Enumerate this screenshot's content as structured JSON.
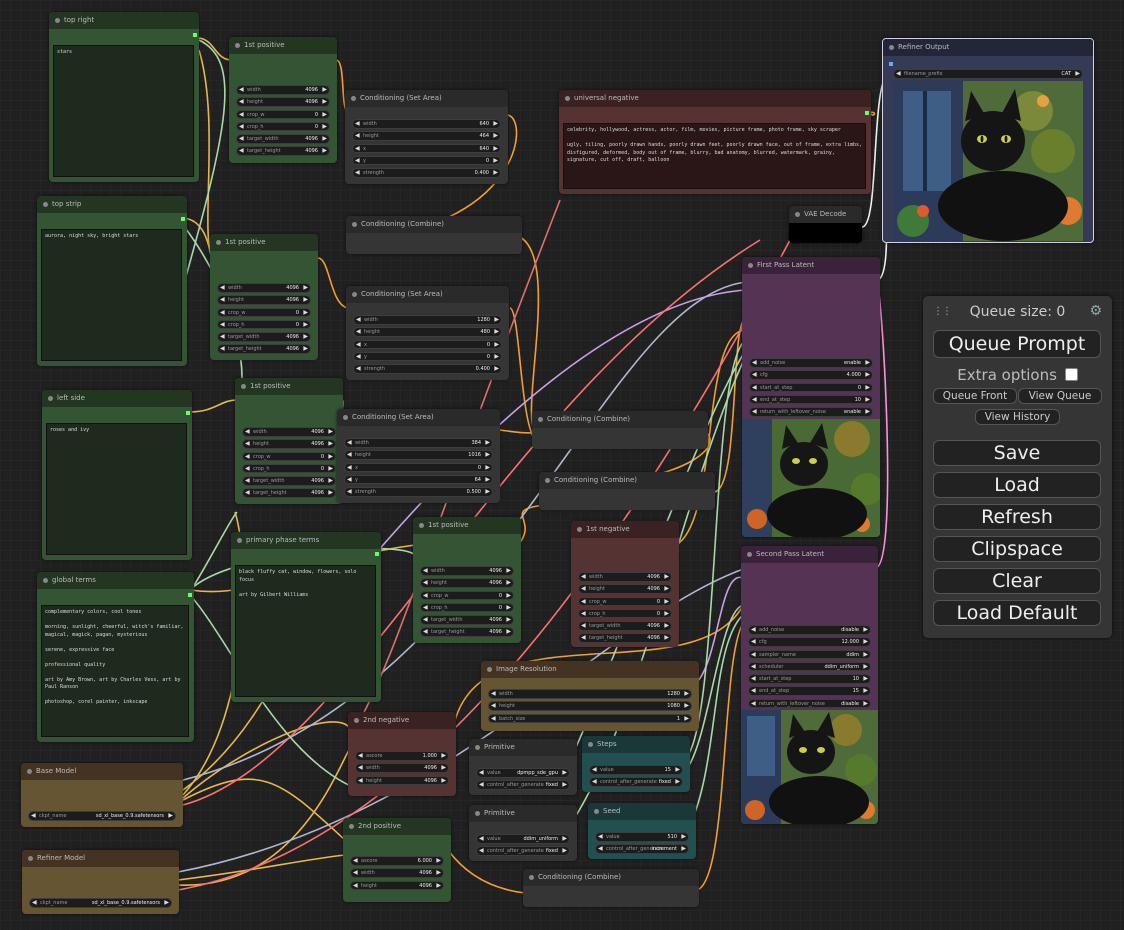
{
  "queue": {
    "size_label": "Queue size: 0",
    "queue_prompt": "Queue Prompt",
    "extra_options": "Extra options",
    "queue_front": "Queue Front",
    "view_queue": "View Queue",
    "view_history": "View History",
    "save": "Save",
    "load": "Load",
    "refresh": "Refresh",
    "clipspace": "Clipspace",
    "clear": "Clear",
    "load_default": "Load Default"
  },
  "nodes": {
    "top_right": {
      "title": "top right",
      "text": "stars"
    },
    "top_strip": {
      "title": "top strip",
      "text": "aurora, night sky, bright stars"
    },
    "left_side": {
      "title": "left side",
      "text": "roses and ivy"
    },
    "global_terms": {
      "title": "global terms",
      "text": "complementary colors, cool tones\n\nmorning, sunlight, cheerful, witch's familiar, magical, magick, pagan, mysterious\n\nserene, expressive face\n\nprofessional quality\n\nart by Amy Brown, art by Charles Vess, art by Paul Ranson\n\nphotoshop, corel painter, inkscape"
    },
    "primary_phase_terms": {
      "title": "primary phase terms",
      "text": "black fluffy cat, window, flowers, solo focus\n\nart by Gilbert Williams"
    },
    "universal_negative": {
      "title": "universal negative",
      "text": "celebrity, hollywood, actress, actor, film, movies, picture frame, photo frame, sky scraper\n\nugly, tiling, poorly drawn hands, poorly drawn feet, poorly drawn face, out of frame, extra limbs, disfigured, deformed, body out of frame, blurry, bad anatomy, blurred, watermark, grainy, signature, cut off, draft, balloon"
    },
    "pos1": {
      "title": "1st positive",
      "widgets": [
        [
          "width",
          "4096"
        ],
        [
          "height",
          "4096"
        ],
        [
          "crop_w",
          "0"
        ],
        [
          "crop_h",
          "0"
        ],
        [
          "target_width",
          "4096"
        ],
        [
          "target_height",
          "4096"
        ]
      ]
    },
    "pos2": {
      "title": "1st positive",
      "widgets": [
        [
          "width",
          "4096"
        ],
        [
          "height",
          "4096"
        ],
        [
          "crop_w",
          "0"
        ],
        [
          "crop_h",
          "0"
        ],
        [
          "target_width",
          "4096"
        ],
        [
          "target_height",
          "4096"
        ]
      ]
    },
    "pos3": {
      "title": "1st positive",
      "widgets": [
        [
          "width",
          "4096"
        ],
        [
          "height",
          "4096"
        ],
        [
          "crop_w",
          "0"
        ],
        [
          "crop_h",
          "0"
        ],
        [
          "target_width",
          "4096"
        ],
        [
          "target_height",
          "4096"
        ]
      ]
    },
    "pos4": {
      "title": "1st positive",
      "widgets": [
        [
          "width",
          "4096"
        ],
        [
          "height",
          "4096"
        ],
        [
          "crop_w",
          "0"
        ],
        [
          "crop_h",
          "0"
        ],
        [
          "target_width",
          "4096"
        ],
        [
          "target_height",
          "4096"
        ]
      ]
    },
    "neg1": {
      "title": "1st negative",
      "widgets": [
        [
          "width",
          "4096"
        ],
        [
          "height",
          "4096"
        ],
        [
          "crop_w",
          "0"
        ],
        [
          "crop_h",
          "0"
        ],
        [
          "target_width",
          "4096"
        ],
        [
          "target_height",
          "4096"
        ]
      ]
    },
    "area1": {
      "title": "Conditioning (Set Area)",
      "widgets": [
        [
          "width",
          "640"
        ],
        [
          "height",
          "464"
        ],
        [
          "x",
          "640"
        ],
        [
          "y",
          "0"
        ],
        [
          "strength",
          "0.400"
        ]
      ]
    },
    "area2": {
      "title": "Conditioning (Set Area)",
      "widgets": [
        [
          "width",
          "1280"
        ],
        [
          "height",
          "480"
        ],
        [
          "x",
          "0"
        ],
        [
          "y",
          "0"
        ],
        [
          "strength",
          "0.400"
        ]
      ]
    },
    "area3": {
      "title": "Conditioning (Set Area)",
      "widgets": [
        [
          "width",
          "384"
        ],
        [
          "height",
          "1016"
        ],
        [
          "x",
          "0"
        ],
        [
          "y",
          "64"
        ],
        [
          "strength",
          "0.500"
        ]
      ]
    },
    "combine1": {
      "title": "Conditioning (Combine)"
    },
    "combine2": {
      "title": "Conditioning (Combine)"
    },
    "combine3": {
      "title": "Conditioning (Combine)"
    },
    "combine4": {
      "title": "Conditioning (Combine)"
    },
    "neg2": {
      "title": "2nd negative",
      "widgets": [
        [
          "ascore",
          "1.000"
        ],
        [
          "width",
          "4096"
        ],
        [
          "height",
          "4096"
        ]
      ]
    },
    "pos2nd": {
      "title": "2nd positive",
      "widgets": [
        [
          "ascore",
          "6.000"
        ],
        [
          "width",
          "4096"
        ],
        [
          "height",
          "4096"
        ]
      ]
    },
    "base_model": {
      "title": "Base Model",
      "widgets": [
        [
          "ckpt_name",
          "sd_xl_base_0.9.safetensors"
        ]
      ]
    },
    "refiner_model": {
      "title": "Refiner Model",
      "widgets": [
        [
          "ckpt_name",
          "sd_xl_base_0.9.safetensors"
        ]
      ]
    },
    "image_res": {
      "title": "Image Resolution",
      "widgets": [
        [
          "width",
          "1280"
        ],
        [
          "height",
          "1080"
        ],
        [
          "batch_size",
          "1"
        ]
      ]
    },
    "prim1": {
      "title": "Primitive",
      "widgets": [
        [
          "value",
          "dpmpp_sde_gpu"
        ],
        [
          "control_after_generate",
          "fixed"
        ]
      ]
    },
    "prim2": {
      "title": "Primitive",
      "widgets": [
        [
          "value",
          "ddim_uniform"
        ],
        [
          "control_after_generate",
          "fixed"
        ]
      ]
    },
    "steps": {
      "title": "Steps",
      "widgets": [
        [
          "value",
          "15"
        ],
        [
          "control_after_generate",
          "fixed"
        ]
      ]
    },
    "seed": {
      "title": "Seed",
      "widgets": [
        [
          "value",
          "510"
        ],
        [
          "control_after_generate",
          "increment"
        ]
      ]
    },
    "vae_decode": {
      "title": "VAE Decode"
    },
    "refiner_output": {
      "title": "Refiner Output",
      "widgets": [
        [
          "filename_prefix",
          "CAT"
        ]
      ]
    },
    "first_pass": {
      "title": "First Pass Latent",
      "widgets": [
        [
          "add_noise",
          "enable"
        ],
        [
          "cfg",
          "4.000"
        ],
        [
          "start_at_step",
          "0"
        ],
        [
          "end_at_step",
          "10"
        ],
        [
          "return_with_leftover_noise",
          "enable"
        ]
      ]
    },
    "second_pass": {
      "title": "Second Pass Latent",
      "widgets": [
        [
          "add_noise",
          "disable"
        ],
        [
          "cfg",
          "12.000"
        ],
        [
          "sampler_name",
          "ddim"
        ],
        [
          "scheduler",
          "ddim_uniform"
        ],
        [
          "start_at_step",
          "10"
        ],
        [
          "end_at_step",
          "15"
        ],
        [
          "return_with_leftover_noise",
          "disable"
        ]
      ]
    }
  }
}
